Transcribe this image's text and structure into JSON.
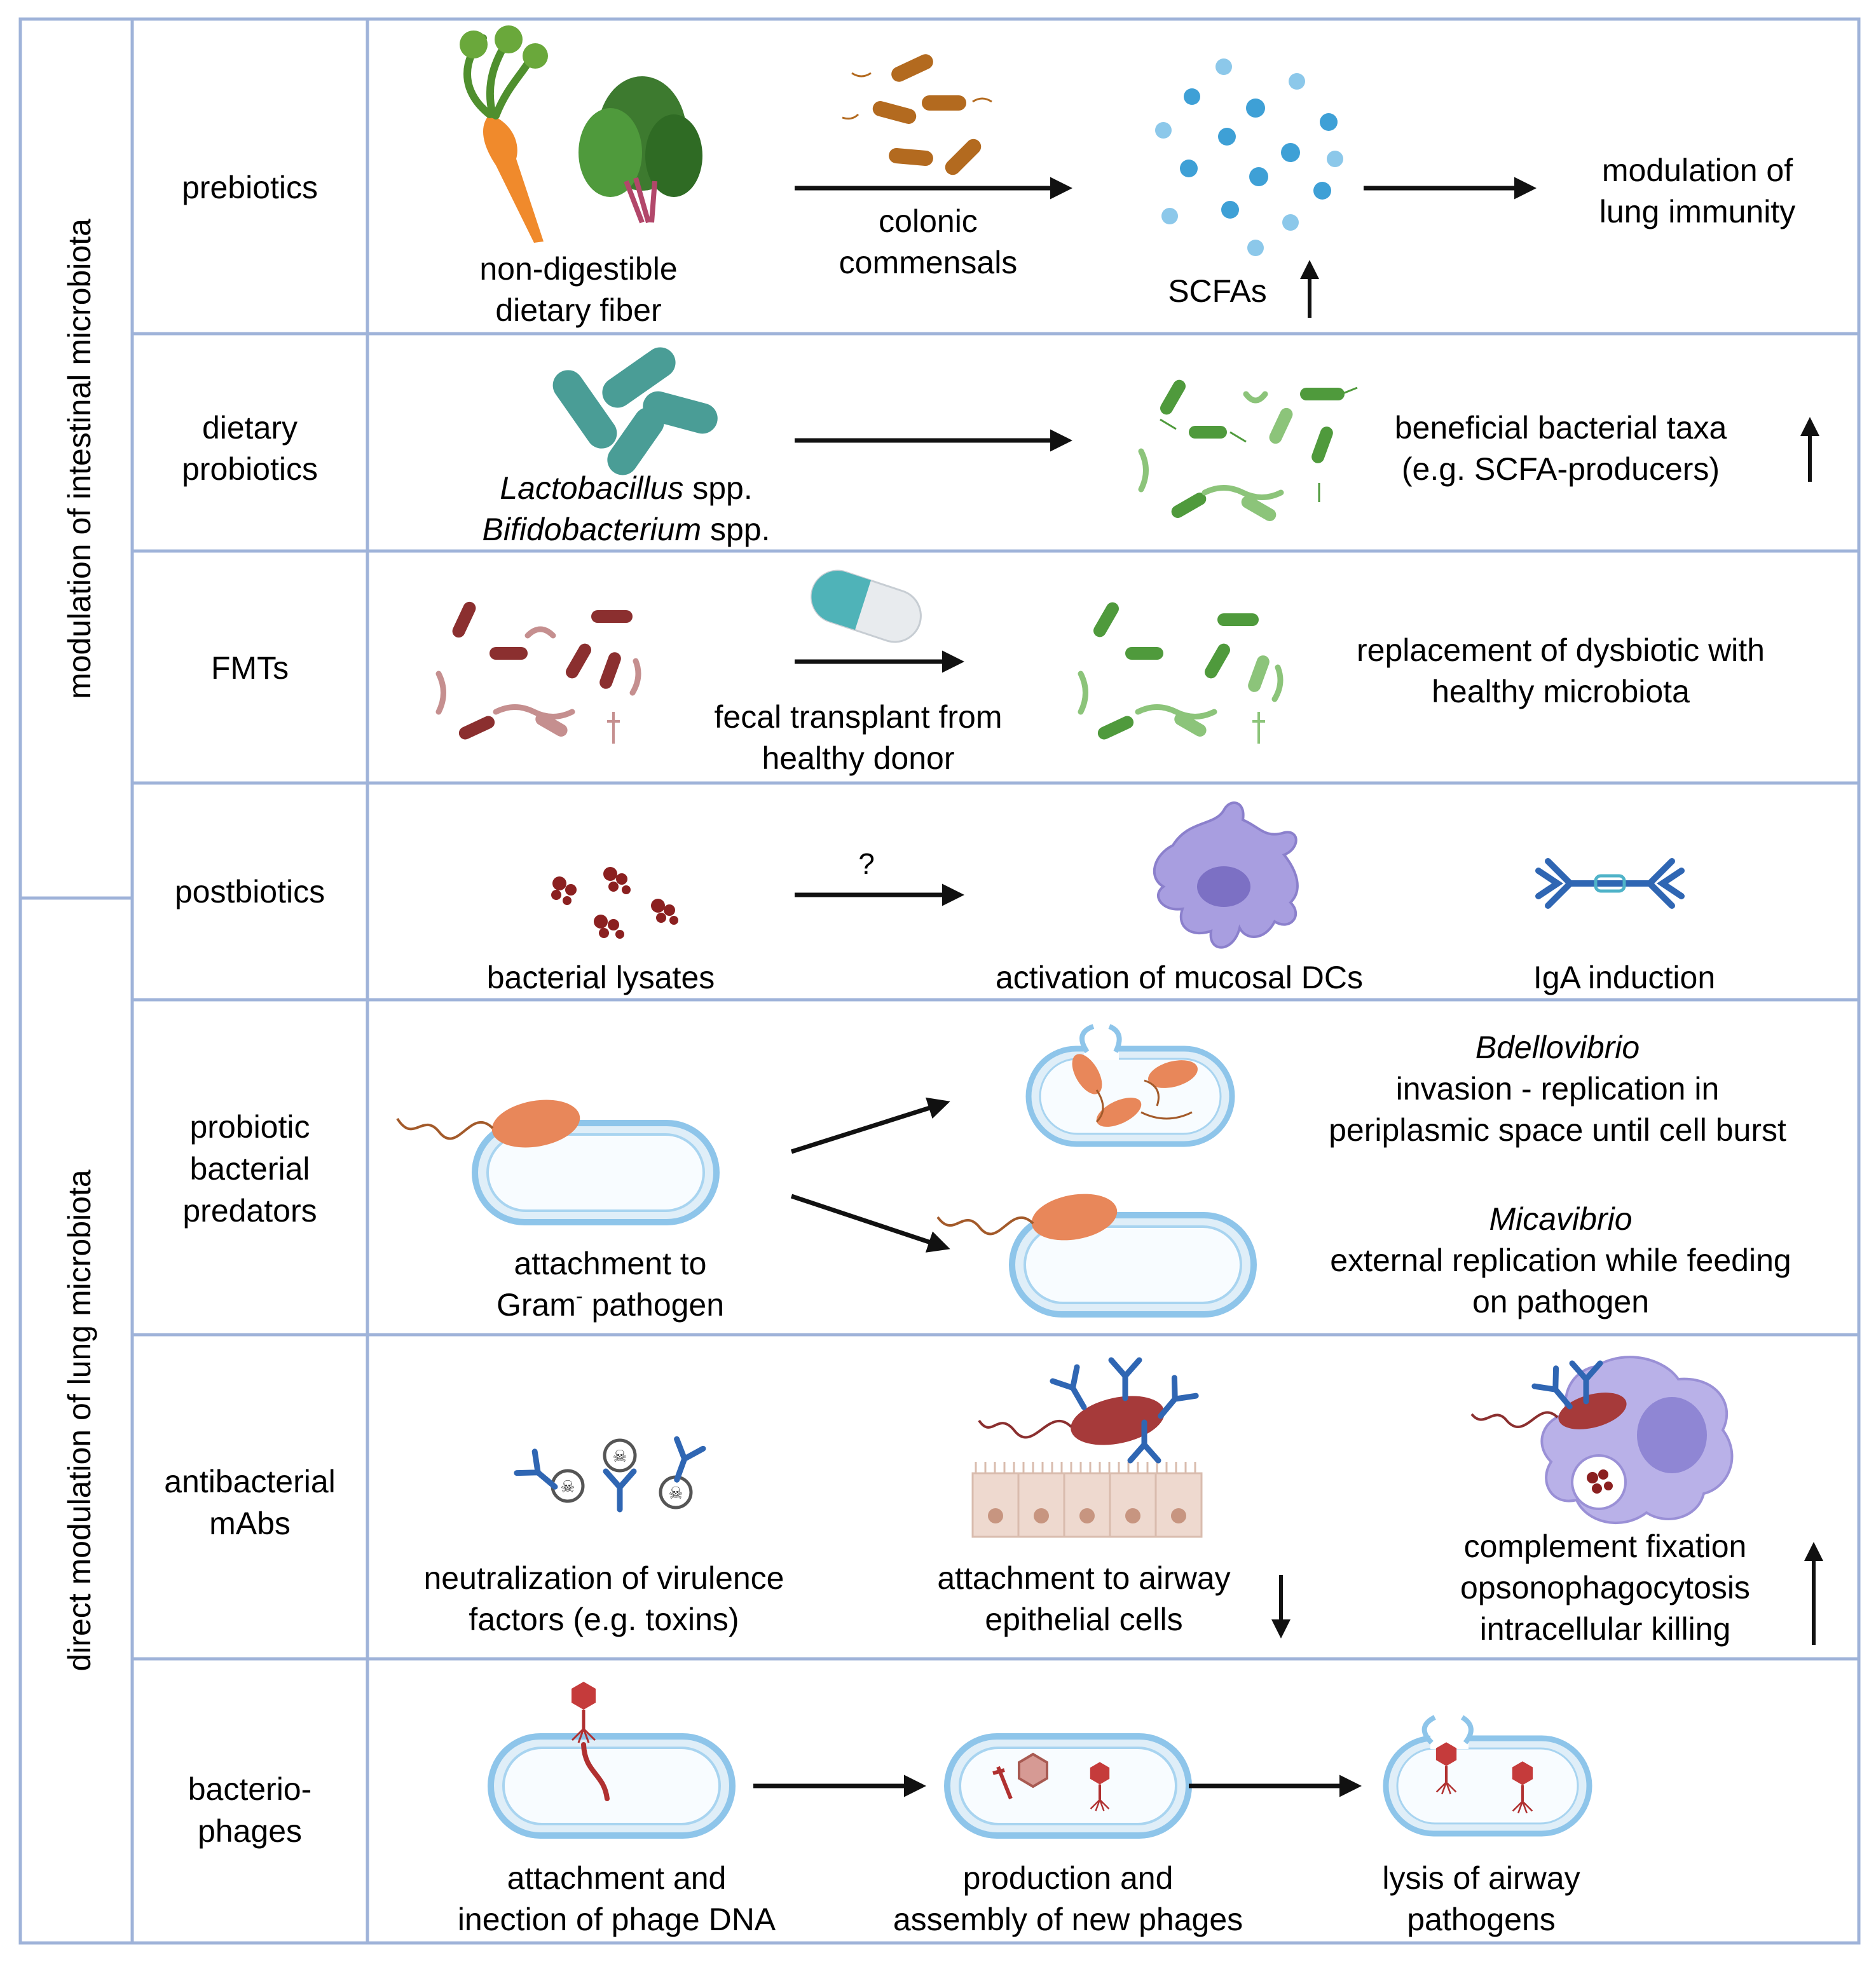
{
  "sections": {
    "intestinal": "modulation of intestinal microbiota",
    "lung": "direct modulation of lung microbiota"
  },
  "rows": [
    {
      "label": [
        "prebiotics"
      ],
      "fiber_caption": [
        "non-digestible",
        "dietary fiber"
      ],
      "commensals_caption": [
        "colonic",
        "commensals"
      ],
      "scfa_caption": "SCFAs",
      "outcome": [
        "modulation of",
        "lung immunity"
      ]
    },
    {
      "label": [
        "dietary",
        "probiotics"
      ],
      "species": [
        {
          "genus": "Lactobacillus",
          "suffix": " spp."
        },
        {
          "genus": "Bifidobacterium",
          "suffix": " spp."
        }
      ],
      "outcome": [
        "beneficial bacterial taxa",
        "(e.g. SCFA-producers)"
      ]
    },
    {
      "label": [
        "FMTs"
      ],
      "transplant_caption": [
        "fecal transplant from",
        "healthy donor"
      ],
      "outcome": [
        "replacement of dysbiotic with",
        "healthy microbiota"
      ]
    },
    {
      "label": [
        "postbiotics"
      ],
      "question": "?",
      "lysate_caption": "bacterial lysates",
      "dc_caption": "activation of mucosal DCs",
      "iga_caption": "IgA induction"
    },
    {
      "label": [
        "probiotic",
        "bacterial",
        "predators"
      ],
      "attach_caption": [
        "attachment to",
        "Gram",
        "-",
        " pathogen"
      ],
      "bdello": {
        "genus": "Bdellovibrio",
        "lines": [
          "invasion - replication in",
          "periplasmic space until cell burst"
        ]
      },
      "mica": {
        "genus": "Micavibrio",
        "lines": [
          "external replication while feeding",
          "on pathogen"
        ]
      }
    },
    {
      "label": [
        "antibacterial",
        "mAbs"
      ],
      "neutral_caption": [
        "neutralization of virulence",
        "factors (e.g. toxins)"
      ],
      "epi_caption": [
        "attachment to airway",
        "epithelial cells"
      ],
      "complement_caption": [
        "complement fixation",
        "opsonophagocytosis",
        "intracellular killing"
      ]
    },
    {
      "label": [
        "bacterio-",
        "phages"
      ],
      "step1": [
        "attachment and",
        "inection of phage DNA"
      ],
      "step2": [
        "production and",
        "assembly of new phages"
      ],
      "step3": [
        "lysis of airway",
        "pathogens"
      ]
    }
  ],
  "colors": {
    "border": "#9fb3d9",
    "arrow": "#111111",
    "teal": "#4a9d96",
    "green": "#4f9a3c",
    "dysbiotic": "#8b2f2f",
    "orange": "#e8875a",
    "scfa": "#3ea0d6",
    "antibody": "#2f66b3",
    "dc": "#a89ee0",
    "macrophage": "#b9b1e8"
  }
}
